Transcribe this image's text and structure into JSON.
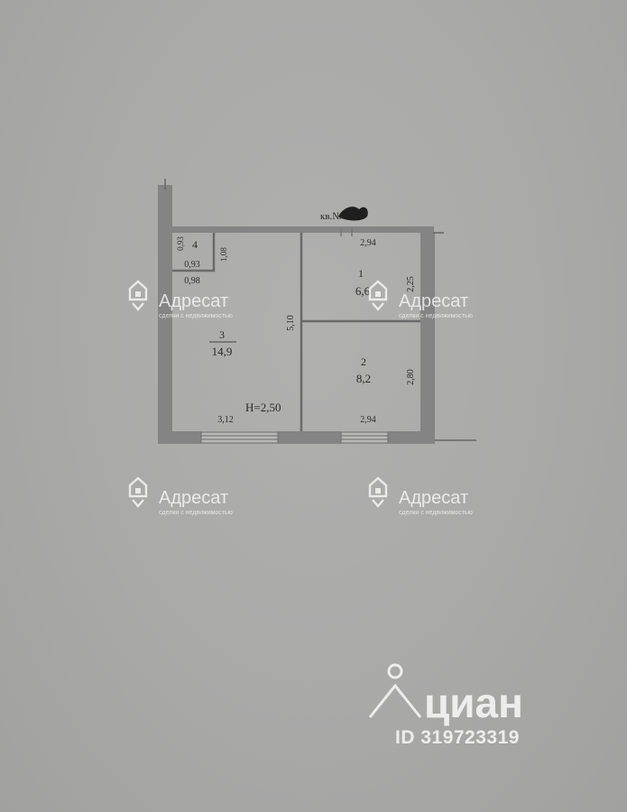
{
  "plan": {
    "apartment_label": "кв.№",
    "ceiling_height": "H=2,50",
    "rooms": [
      {
        "number": "1",
        "area": "6,6"
      },
      {
        "number": "2",
        "area": "8,2"
      },
      {
        "number": "3",
        "area": "14,9"
      },
      {
        "number": "4",
        "area": "0,93"
      }
    ],
    "dimensions": {
      "top_right": "2,94",
      "bottom_right": "2,94",
      "bottom_left": "3,12",
      "center_wall": "5,10",
      "room1_side": "2,25",
      "room2_side": "2,80",
      "closet_top": "0,93",
      "closet_right": "1,08",
      "closet_bottom": "0,98"
    }
  },
  "watermarks": {
    "adresat_name": "Адресат",
    "adresat_tagline": "сделки с недвижимостью",
    "cian_name": "циан",
    "cian_id": "ID 319723319"
  },
  "colors": {
    "paper": "#a9a9a8",
    "wall": "#848484",
    "ink": "#2a2a2a",
    "watermark": "#ffffff"
  }
}
